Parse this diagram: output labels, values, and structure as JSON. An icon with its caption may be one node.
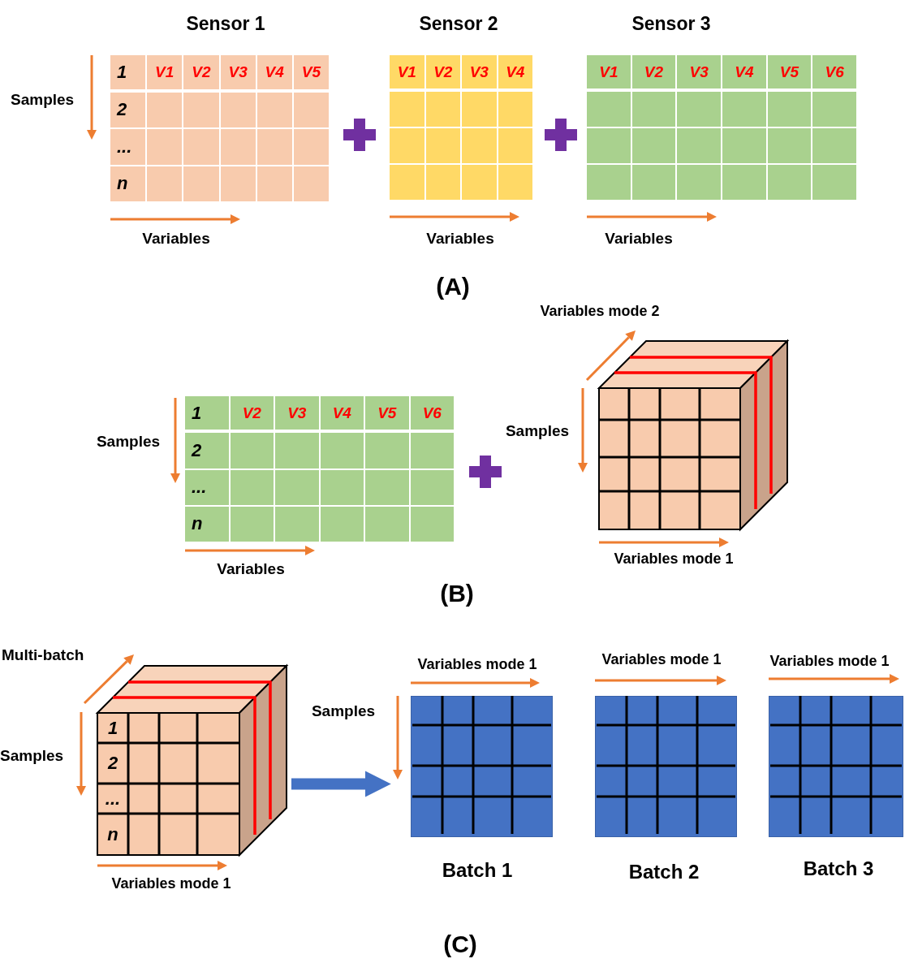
{
  "diagram": {
    "nodes": [
      {
        "text": [
          "Sensor 1",
          "1",
          "V1",
          "V2",
          "V3",
          "V4",
          "V5",
          "2",
          "...",
          "n"
        ],
        "beside": [
          "Samples",
          "Variables"
        ]
      },
      {
        "text": [
          "Sensor 2",
          "V1",
          "V2",
          "V3",
          "V4"
        ],
        "beside": [
          "Variables"
        ]
      },
      {
        "text": [
          "Sensor 3",
          "V1",
          "V2",
          "V3",
          "V4",
          "V5",
          "V6"
        ],
        "beside": [
          "Variables"
        ]
      },
      {
        "text": [
          "1",
          "V2",
          "V3",
          "V4",
          "V5",
          "V6",
          "2",
          "...",
          "n"
        ],
        "beside": [
          "Samples",
          "Variables"
        ]
      },
      {
        "text": [],
        "shape": "cube",
        "beside": [
          "Variables mode 2",
          "Samples",
          "Variables mode 1"
        ]
      },
      {
        "text": [
          "1",
          "2",
          "...",
          "n"
        ],
        "beside": [
          "Multi-batch",
          "Samples",
          "Variables mode 1"
        ]
      },
      {
        "text": [],
        "shape": "box",
        "beside": [
          "Variables mode 1",
          "Samples",
          "Batch 1"
        ]
      },
      {
        "text": [],
        "shape": "box",
        "beside": [
          "Variables mode 1",
          "Batch 2"
        ]
      },
      {
        "text": [],
        "shape": "box",
        "beside": [
          "Variables mode 1",
          "Batch 3"
        ]
      }
    ],
    "edges": [
      {
        "from": 5,
        "to": 6,
        "arrow": "to",
        "color": "#4472c4"
      }
    ],
    "labels": [
      "(A)",
      "(B)",
      "(C)"
    ]
  }
}
